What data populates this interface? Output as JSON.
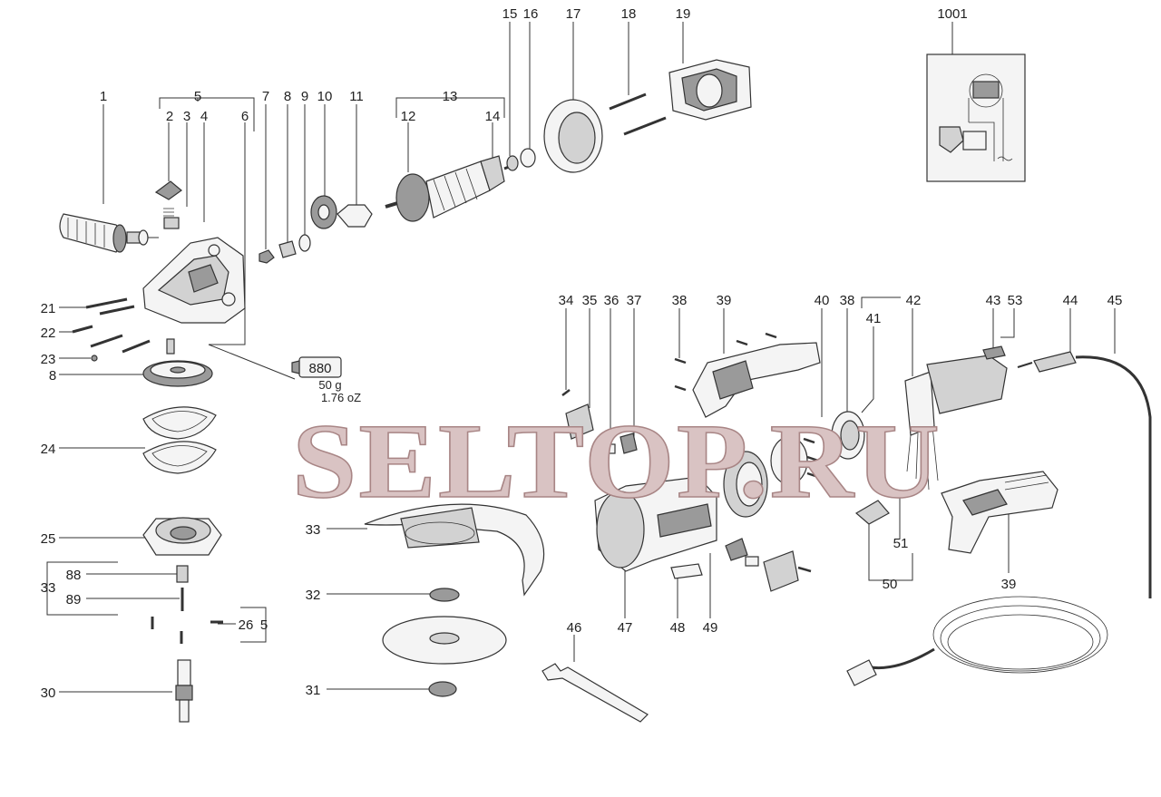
{
  "watermark": "SELTOP.RU",
  "labels": {
    "p1": "1",
    "p2": "2",
    "p3": "3",
    "p4": "4",
    "p5": "5",
    "p6": "6",
    "p7": "7",
    "p8": "8",
    "p9": "9",
    "p10": "10",
    "p11": "11",
    "p12": "12",
    "p13": "13",
    "p14": "14",
    "p15": "15",
    "p16": "16",
    "p17": "17",
    "p18": "18",
    "p19": "19",
    "p1001": "1001",
    "p21": "21",
    "p22": "22",
    "p23": "23",
    "p8b": "8",
    "p24": "24",
    "p25": "25",
    "p33": "33",
    "p88": "88",
    "p89": "89",
    "p26": "26",
    "p5b": "5",
    "p30": "30",
    "p33b": "33",
    "p32": "32",
    "p31": "31",
    "p34": "34",
    "p35": "35",
    "p36": "36",
    "p37": "37",
    "p38": "38",
    "p39": "39",
    "p40": "40",
    "p38b": "38",
    "p41": "41",
    "p42": "42",
    "p43": "43",
    "p53": "53",
    "p44": "44",
    "p45": "45",
    "p46": "46",
    "p47": "47",
    "p48": "48",
    "p49": "49",
    "p51": "51",
    "p50": "50",
    "p39b": "39"
  },
  "grease": {
    "code": "880",
    "weight_g": "50 g",
    "weight_oz": "1.76 oZ"
  },
  "colors": {
    "line": "#333333",
    "watermark_fill": "#d9c3c3",
    "watermark_stroke": "#a88585"
  }
}
